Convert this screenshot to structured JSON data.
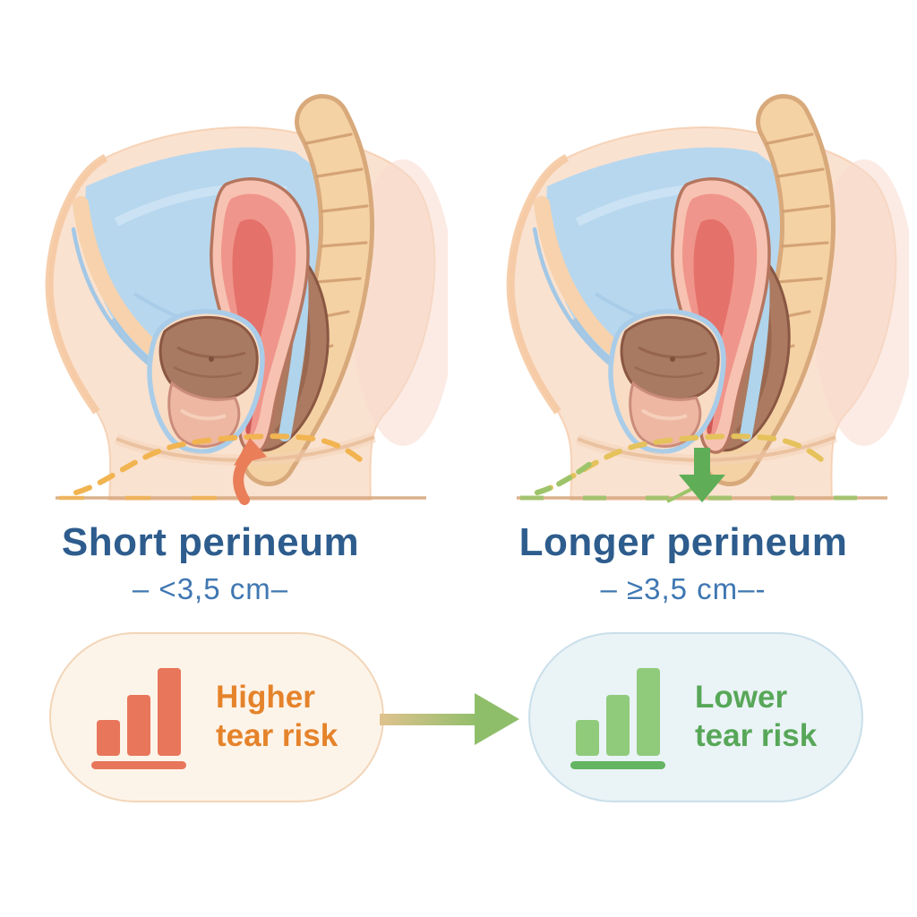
{
  "colors": {
    "background": "#FFFFFF",
    "title_text": "#2D5C8D",
    "measurement_text": "#3F77B2"
  },
  "panels": [
    {
      "title": "Short perineum",
      "measurement": "– <3,5 cm–",
      "arrow_icon": "curved-arrow-up",
      "arrow_color": "#E97E59",
      "dash_color": "#F1B450"
    },
    {
      "title": "Longer perineum",
      "measurement": "– ≥3,5 cm–-",
      "arrow_icon": "arrow-down",
      "arrow_color": "#5FAE57",
      "dash_color": "#E5C25C",
      "dash_color_secondary": "#9DC46A"
    }
  ],
  "risk_badges": [
    {
      "label": "Higher tear risk",
      "icon": "bar-chart-ascending",
      "text_color": "#E5832B",
      "bar_color": "#E8765B",
      "baseline_color": "#E8765B",
      "background": "#FDF4E9",
      "border_color": "#F2D5B8"
    },
    {
      "label": "Lower tear risk",
      "icon": "bar-chart-ascending",
      "text_color": "#57A758",
      "bar_color": "#8FCB7B",
      "baseline_color": "#64B561",
      "background": "#EAF3F6",
      "border_color": "#C9DFEA"
    }
  ],
  "connector_arrow": {
    "direction": "right",
    "gradient_from": "#DFC28E",
    "gradient_to": "#8FBE6A"
  },
  "illustration": {
    "subject": "female-pelvis-sagittal-section",
    "skin": "#FAE2D0",
    "cavity_blue": "#B7D7EE",
    "spine_tan": "#F5D2A4",
    "organ_pink": "#F0958B",
    "organ_brown": "#AB7A60"
  }
}
